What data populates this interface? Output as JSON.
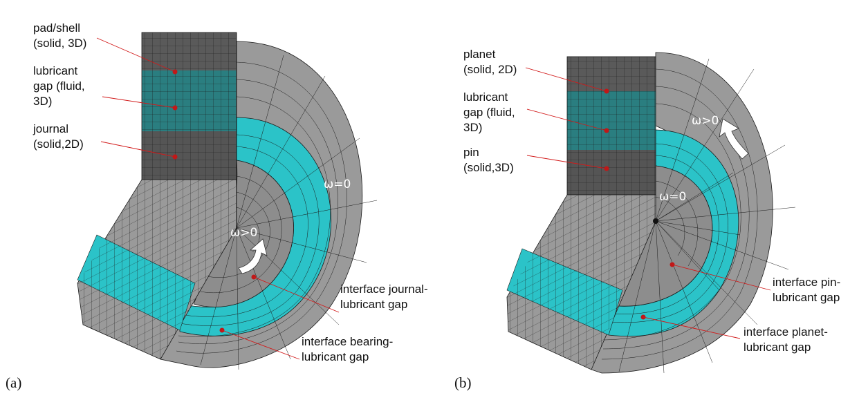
{
  "panels": [
    {
      "tag": "(a)",
      "labels": {
        "outer_1": "pad/shell",
        "outer_2": "(solid, 3D)",
        "gap_1": "lubricant",
        "gap_2": "gap (fluid,",
        "gap_3": "3D)",
        "inner_1": "journal",
        "inner_2": "(solid,2D)",
        "iface_inner_1": "interface journal-",
        "iface_inner_2": "lubricant gap",
        "iface_outer_1": "interface bearing-",
        "iface_outer_2": "lubricant gap"
      },
      "omega_inner": "ω>0",
      "omega_outer": "ω=0"
    },
    {
      "tag": "(b)",
      "labels": {
        "outer_1": "planet",
        "outer_2": "(solid, 2D)",
        "gap_1": "lubricant",
        "gap_2": "gap (fluid,",
        "gap_3": "3D)",
        "inner_1": "pin",
        "inner_2": "(solid,3D)",
        "iface_inner_1": "interface pin-",
        "iface_inner_2": "lubricant gap",
        "iface_outer_1": "interface planet-",
        "iface_outer_2": "lubricant gap"
      },
      "omega_inner": "ω=0",
      "omega_outer": "ω>0"
    }
  ],
  "colors": {
    "mesh_gray": "#9a9a9a",
    "mesh_dark": "#555555",
    "fluid_teal": "#2bc3c8",
    "fluid_dark": "#2a7e80",
    "mesh_line": "#1a1a1a",
    "leader_red": "#d21a1a"
  }
}
